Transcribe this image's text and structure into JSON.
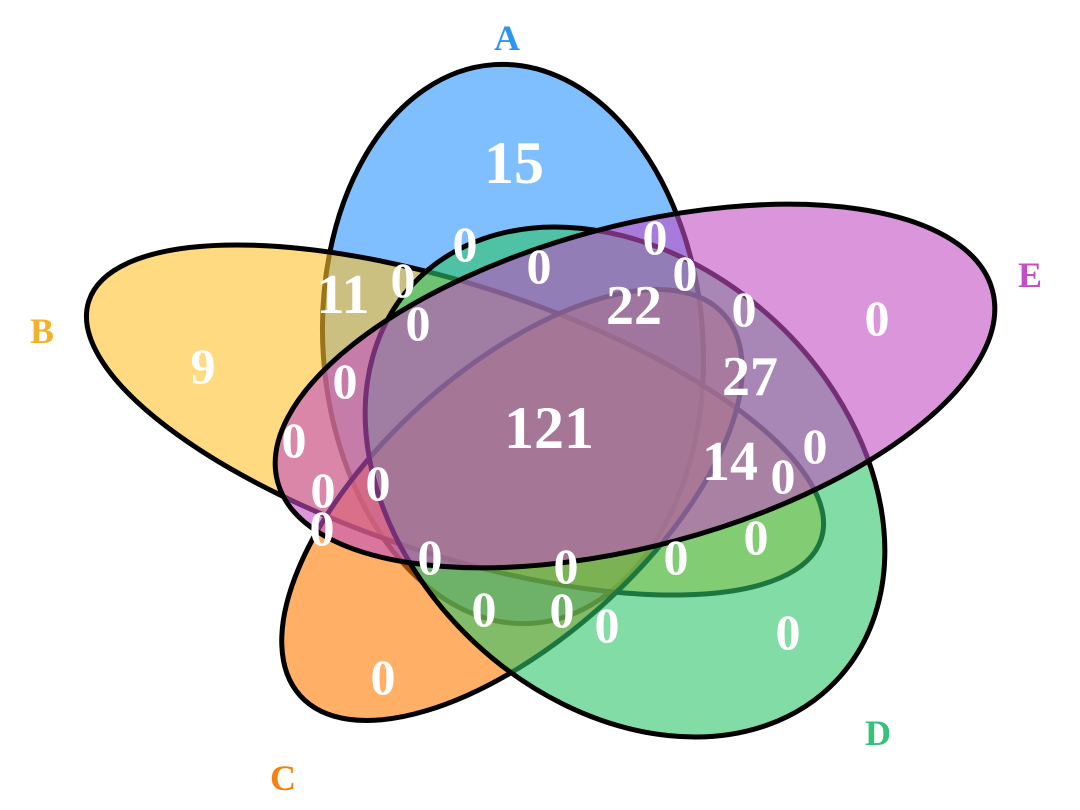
{
  "sets": [
    {
      "key": "A",
      "label": "A",
      "color": "#2b95ff",
      "text_color": "#2f93f0"
    },
    {
      "key": "B",
      "label": "B",
      "color": "#ffc12b",
      "text_color": "#f4b22a"
    },
    {
      "key": "C",
      "label": "C",
      "color": "#ff7b00",
      "text_color": "#f5820f"
    },
    {
      "key": "D",
      "label": "D",
      "color": "#2fc46a",
      "text_color": "#35c27a"
    },
    {
      "key": "E",
      "label": "E",
      "color": "#c14fc3",
      "text_color": "#c44fc4"
    }
  ],
  "regions": {
    "A_only": "15",
    "B_only": "9",
    "C_only": "0",
    "D_only": "0",
    "E_only": "0",
    "ABCDE": "121",
    "AB": "11",
    "AE": "22",
    "ADE": "27",
    "ABDE": "14",
    "r1": "0",
    "r2": "0",
    "r3": "0",
    "r4": "0",
    "r5": "0",
    "r6": "0",
    "r7": "0",
    "r8": "0",
    "r9": "0",
    "r10": "0",
    "r11": "0",
    "r12": "0",
    "r13": "0",
    "r14": "0",
    "r15": "0",
    "r16": "0",
    "r17": "0",
    "r18": "0",
    "r19": "0",
    "r20": "0",
    "r21": "0",
    "r22": "0"
  }
}
